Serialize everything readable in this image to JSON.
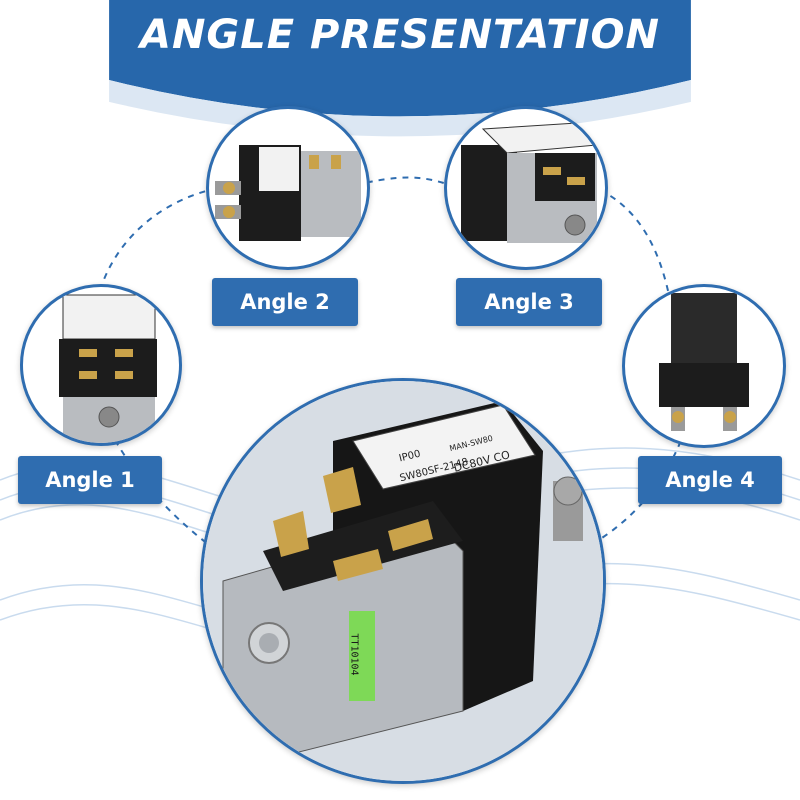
{
  "title": "ANGLE PRESENTATION",
  "angles": {
    "angle1": "Angle 1",
    "angle2": "Angle 2",
    "angle3": "Angle 3",
    "angle4": "Angle 4"
  },
  "product_label": {
    "line1": "IP00",
    "line2": "SW80SF-2148",
    "line3": "DC80V CO",
    "line4": "MAN-SW80",
    "side_tag": "TT10104"
  },
  "colors": {
    "brand_blue": "#2f6db0",
    "dark_blue": "#1f5a9e",
    "label_green": "#7ed957"
  }
}
